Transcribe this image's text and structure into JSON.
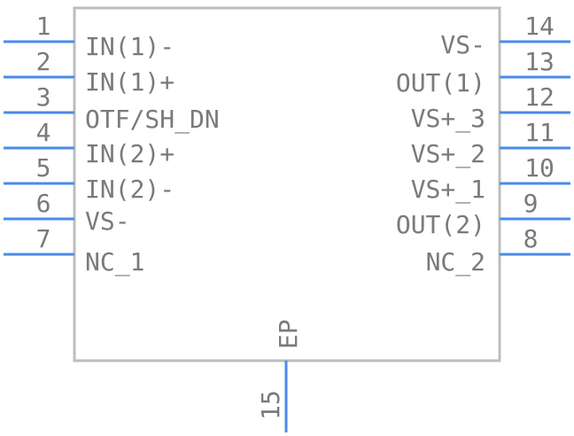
{
  "component": {
    "left_pins": [
      {
        "number": "1",
        "label": "IN(1)-"
      },
      {
        "number": "2",
        "label": "IN(1)+"
      },
      {
        "number": "3",
        "label": "OTF/SH_DN"
      },
      {
        "number": "4",
        "label": "IN(2)+"
      },
      {
        "number": "5",
        "label": "IN(2)-"
      },
      {
        "number": "6",
        "label": "VS-"
      },
      {
        "number": "7",
        "label": "NC_1"
      }
    ],
    "right_pins": [
      {
        "number": "14",
        "label": "VS-"
      },
      {
        "number": "13",
        "label": "OUT(1)"
      },
      {
        "number": "12",
        "label": "VS+_3"
      },
      {
        "number": "11",
        "label": "VS+_2"
      },
      {
        "number": "10",
        "label": "VS+_1"
      },
      {
        "number": "9",
        "label": "OUT(2)"
      },
      {
        "number": "8",
        "label": "NC_2"
      }
    ],
    "bottom_pin": {
      "number": "15",
      "label": "EP"
    },
    "colors": {
      "pin": "#4a8be8",
      "body_outline": "#bdbdbd",
      "text": "#7a7a7a"
    }
  }
}
